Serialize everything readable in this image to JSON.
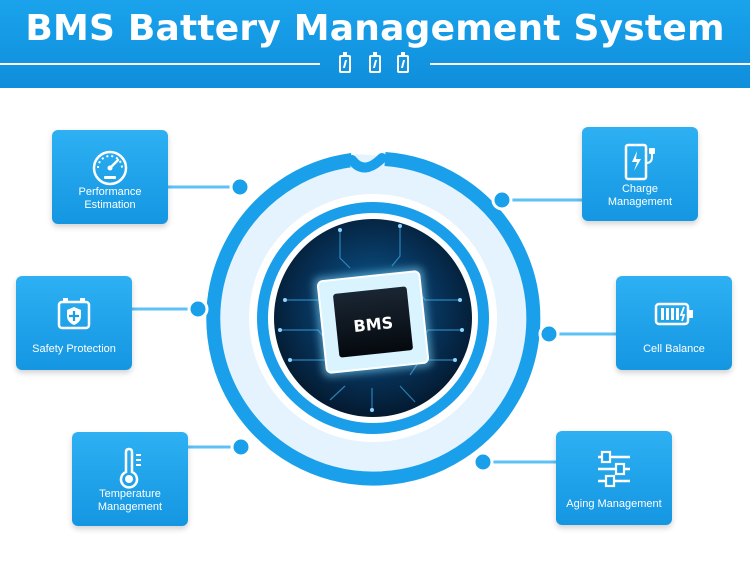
{
  "header": {
    "title": "BMS Battery Management System"
  },
  "chip": {
    "label": "BMS"
  },
  "features": {
    "performance": "Performance\nEstimation",
    "safety": "Safety Protection",
    "temperature": "Temperature\nManagement",
    "charge": "Charge\nManagement",
    "cell_balance": "Cell Balance",
    "aging": "Aging Management"
  },
  "icons": {
    "performance": "speedometer-icon",
    "safety": "battery-shield-icon",
    "temperature": "thermometer-icon",
    "charge": "charger-icon",
    "cell_balance": "battery-level-icon",
    "aging": "sliders-icon"
  },
  "colors": {
    "primary_blue": "#1596e2",
    "ring_blue": "#1aa0ea",
    "ring_light": "#dcf0fc",
    "chip_dark": "#061a2e"
  }
}
